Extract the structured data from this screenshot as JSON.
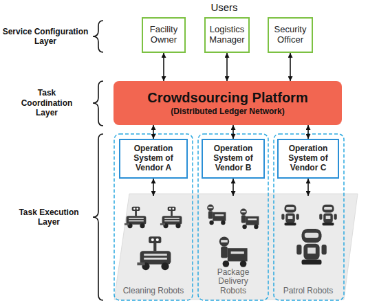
{
  "diagram": {
    "nodes": [
      {
        "text": [
          "Facility Owner"
        ]
      },
      {
        "text": [
          "Logistics Manager"
        ]
      },
      {
        "text": [
          "Security Officer"
        ]
      },
      {
        "text": [
          "Crowdsourcing Platform",
          "(Distributed Ledger Network)"
        ]
      },
      {
        "text": [
          "Operation System of Vendor A"
        ]
      },
      {
        "text": [
          "Operation System of Vendor B"
        ]
      },
      {
        "text": [
          "Operation System of Vendor C"
        ]
      },
      {
        "text": [
          "Cleaning Robots"
        ]
      },
      {
        "text": [
          "Package Delivery Robots"
        ]
      },
      {
        "text": [
          "Patrol Robots"
        ]
      }
    ],
    "edges": [
      {
        "from": 0,
        "to": 3,
        "arrow": "both"
      },
      {
        "from": 1,
        "to": 3,
        "arrow": "both"
      },
      {
        "from": 2,
        "to": 3,
        "arrow": "both"
      },
      {
        "from": 3,
        "to": 4,
        "arrow": "both"
      },
      {
        "from": 3,
        "to": 5,
        "arrow": "both"
      },
      {
        "from": 3,
        "to": 6,
        "arrow": "both"
      },
      {
        "from": 4,
        "to": 7,
        "arrow": "both"
      },
      {
        "from": 5,
        "to": 8,
        "arrow": "both"
      },
      {
        "from": 6,
        "to": 9,
        "arrow": "both"
      }
    ],
    "labels": [
      "Users",
      "Service Configuration Layer",
      "Task Coordination Layer",
      "Task Execution Layer"
    ]
  }
}
